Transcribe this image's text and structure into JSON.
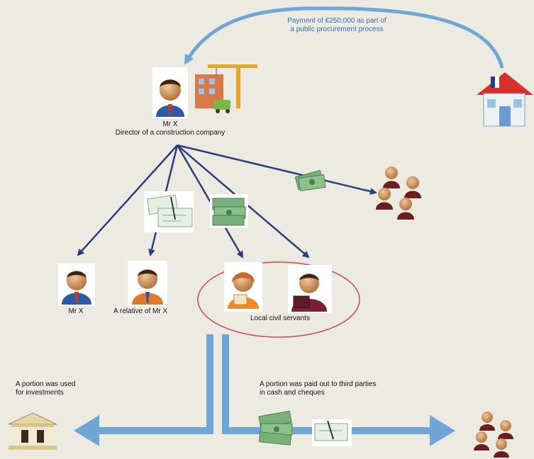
{
  "payment_label": {
    "line1": "Payment of €250,000 as part of",
    "line2": "a public procurement process"
  },
  "director": {
    "name": "Mr X",
    "role": "Director of a construction company"
  },
  "recipients": {
    "self": "Mr X",
    "relative": "A relative of Mr X",
    "civil_servants": "Local civil servants"
  },
  "outflows": {
    "investments": {
      "line1": "A portion was used",
      "line2": "for investments"
    },
    "third_parties": {
      "line1": "A portion was paid out to third parties",
      "line2": "in cash and cheques"
    }
  },
  "colors": {
    "background": "#edeae2",
    "arrow_dark": "#2a3f7e",
    "arrow_light": "#6fa6d6",
    "highlight_ellipse": "#c94a4a",
    "payment_text": "#2f6fb4"
  },
  "icons": [
    "house-icon",
    "businessman-icon",
    "construction-crane-icon",
    "money-bundle-icon",
    "cheque-icon",
    "people-group-icon",
    "civil-servant-woman-icon",
    "bank-icon"
  ]
}
